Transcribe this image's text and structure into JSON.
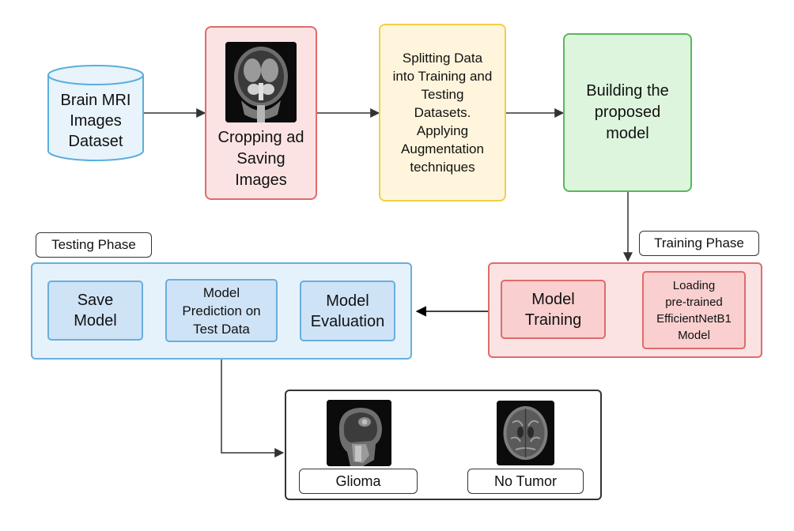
{
  "nodes": {
    "dataset": "Brain MRI\nImages\nDataset",
    "cropping": "Cropping ad\nSaving\nImages",
    "splitting": "Splitting Data\ninto Training and\nTesting\nDatasets.\nApplying\nAugmentation\ntechniques",
    "building": "Building the\nproposed\nmodel",
    "model_training": "Model\nTraining",
    "loading": "Loading\npre-trained\nEfficientNetB1\nModel",
    "model_evaluation": "Model\nEvaluation",
    "model_prediction": "Model\nPrediction on\nTest Data",
    "save_model": "Save\nModel"
  },
  "phases": {
    "training": "Training Phase",
    "testing": "Testing Phase"
  },
  "results": {
    "glioma": "Glioma",
    "no_tumor": "No Tumor"
  },
  "colors": {
    "red_border": "#e06b6b",
    "red_fill": "#fbe3e3",
    "red_inner": "#f9cfcf",
    "yellow_border": "#f2cf46",
    "yellow_fill": "#fff5dc",
    "green_border": "#59b85c",
    "green_fill": "#ddf5dd",
    "blue_border": "#6aaedb",
    "blue_fill": "#e6f2fb",
    "blue_inner": "#cfe3f7",
    "cyl_border": "#5aaedc",
    "cyl_fill": "#e8f3fb"
  }
}
